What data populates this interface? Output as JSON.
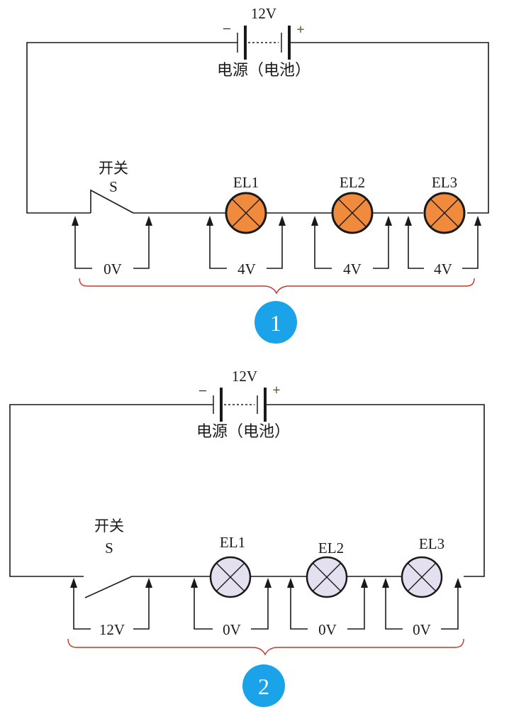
{
  "colors": {
    "lamp_on": "#f08a3c",
    "lamp_off": "#e4e0f0",
    "badge": "#1aa3e8",
    "brace": "#c0392b",
    "sign_plus": "#4a6b22"
  },
  "icons": [
    "battery-icon",
    "switch-icon",
    "lamp-icon",
    "arrow-up-icon"
  ],
  "diagrams": [
    {
      "badge": "1",
      "switch_state": "closed",
      "lamps_lit": true,
      "battery": {
        "voltage": "12V",
        "label": "电源（电池）",
        "minus": "−",
        "plus": "+"
      },
      "switch": {
        "label": "开关",
        "name": "S",
        "voltage": "0V"
      },
      "lamps": [
        {
          "name": "EL1",
          "voltage": "4V"
        },
        {
          "name": "EL2",
          "voltage": "4V"
        },
        {
          "name": "EL3",
          "voltage": "4V"
        }
      ]
    },
    {
      "badge": "2",
      "switch_state": "open",
      "lamps_lit": false,
      "battery": {
        "voltage": "12V",
        "label": "电源（电池）",
        "minus": "−",
        "plus": "+"
      },
      "switch": {
        "label": "开关",
        "name": "S",
        "voltage": "12V"
      },
      "lamps": [
        {
          "name": "EL1",
          "voltage": "0V"
        },
        {
          "name": "EL2",
          "voltage": "0V"
        },
        {
          "name": "EL3",
          "voltage": "0V"
        }
      ]
    }
  ]
}
